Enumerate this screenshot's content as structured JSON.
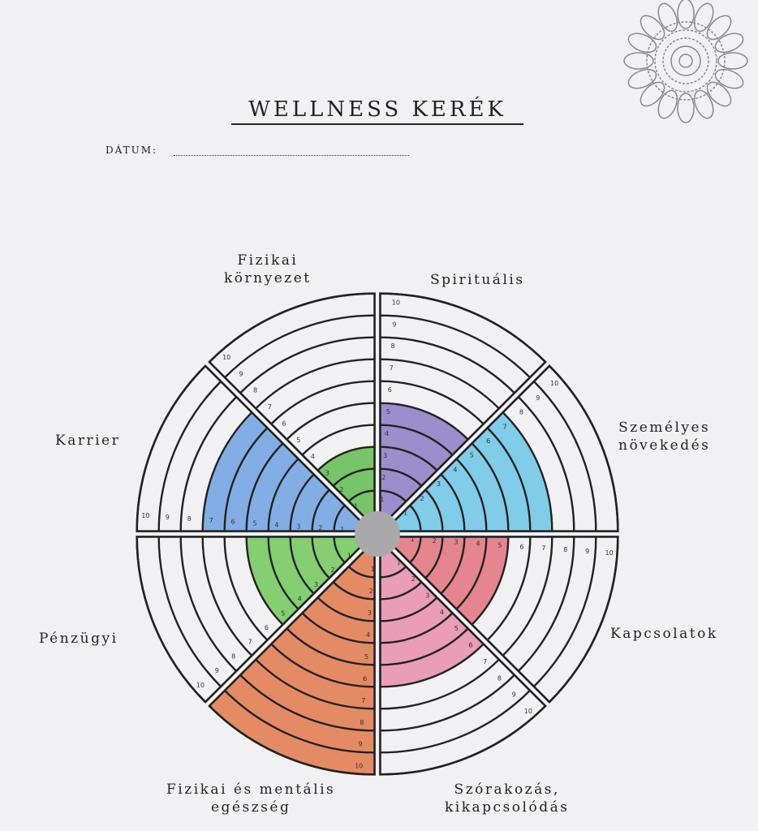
{
  "header": {
    "title": "WELLNESS KERÉK",
    "date_label": "DÁTUM:"
  },
  "chart_data": {
    "type": "radial-bar",
    "title": "WELLNESS KERÉK",
    "scale": [
      0,
      10
    ],
    "ticks": [
      1,
      2,
      3,
      4,
      5,
      6,
      7,
      8,
      9,
      10
    ],
    "segments": [
      {
        "name": "Spirituális",
        "lines": [
          "Spirituális"
        ],
        "value": 5,
        "color": "#8c7cc4"
      },
      {
        "name": "Személyes növekedés",
        "lines": [
          "Személyes",
          "növekedés"
        ],
        "value": 7,
        "color": "#6cc6e6"
      },
      {
        "name": "Kapcsolatok",
        "lines": [
          "Kapcsolatok"
        ],
        "value": 5,
        "color": "#e2727c"
      },
      {
        "name": "Szórakozás, kikapcsolódás",
        "lines": [
          "Szórakozás,",
          "kikapcsolódás"
        ],
        "value": 6,
        "color": "#e88eab"
      },
      {
        "name": "Fizikai és mentális egészség",
        "lines": [
          "Fizikai és mentális",
          "egészség"
        ],
        "value": 10,
        "color": "#e2794c"
      },
      {
        "name": "Pénzügyi",
        "lines": [
          "Pénzügyi"
        ],
        "value": 5,
        "color": "#72c85a"
      },
      {
        "name": "Karrier",
        "lines": [
          "Karrier"
        ],
        "value": 7,
        "color": "#6ea2e2"
      },
      {
        "name": "Fizikai környezet",
        "lines": [
          "Fizikai",
          "környezet"
        ],
        "value": 3,
        "color": "#62bc50"
      }
    ]
  }
}
